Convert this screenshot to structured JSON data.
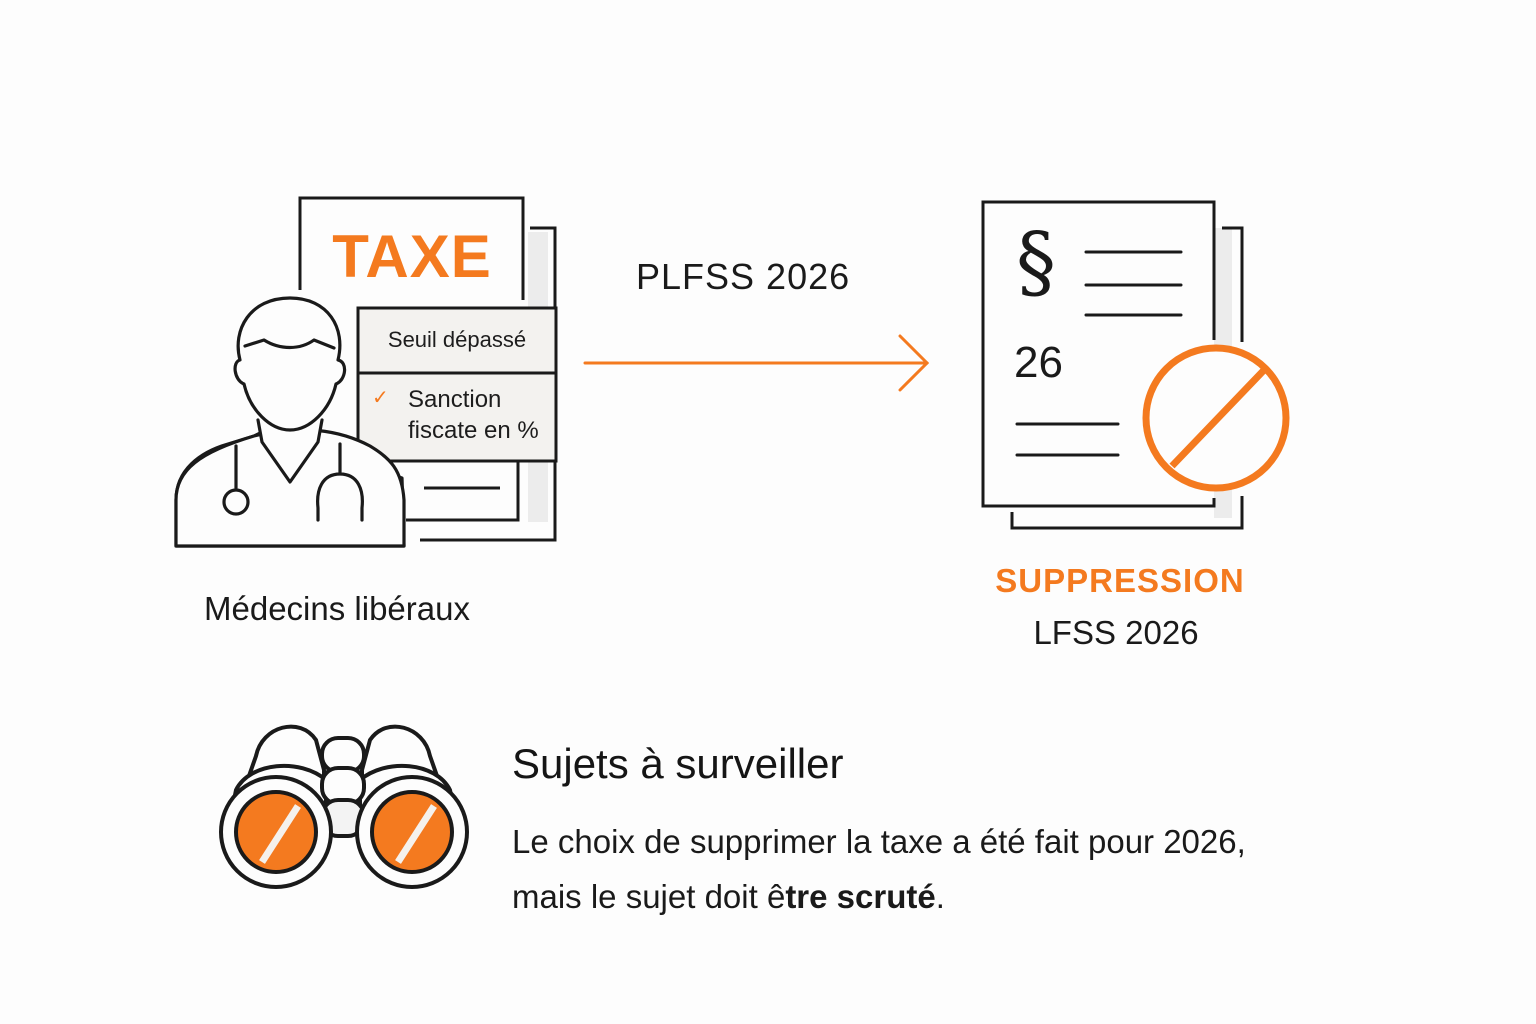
{
  "colors": {
    "accent": "#f47a1f",
    "stroke": "#1a1a1a",
    "background": "#fdfdfd",
    "card_fill": "#f3f2ef"
  },
  "left": {
    "icon": "doctor-with-stethoscope-icon",
    "document_title": "TAXE",
    "card": {
      "row1": "Seuil dépassé",
      "row2_check_icon": "check-icon",
      "row2_line1": "Sanction",
      "row2_line2": "fiscate en %"
    },
    "caption": "Médecins libéraux"
  },
  "arrow": {
    "label": "PLFSS 2026",
    "icon": "arrow-right-icon"
  },
  "right": {
    "icon": "legal-document-icon",
    "section_symbol": "§",
    "number": "26",
    "prohibited_icon": "prohibited-icon",
    "status": "SUPPRESSION",
    "caption": "LFSS 2026"
  },
  "watch": {
    "icon": "binoculars-icon",
    "title": "Sujets à surveiller",
    "body_line1": "Le choix de supprimer la taxe a été fait pour 2026,",
    "body_line2_prefix": "mais le sujet doit ê",
    "body_line2_bold": "tre scruté",
    "body_line2_suffix": "."
  }
}
